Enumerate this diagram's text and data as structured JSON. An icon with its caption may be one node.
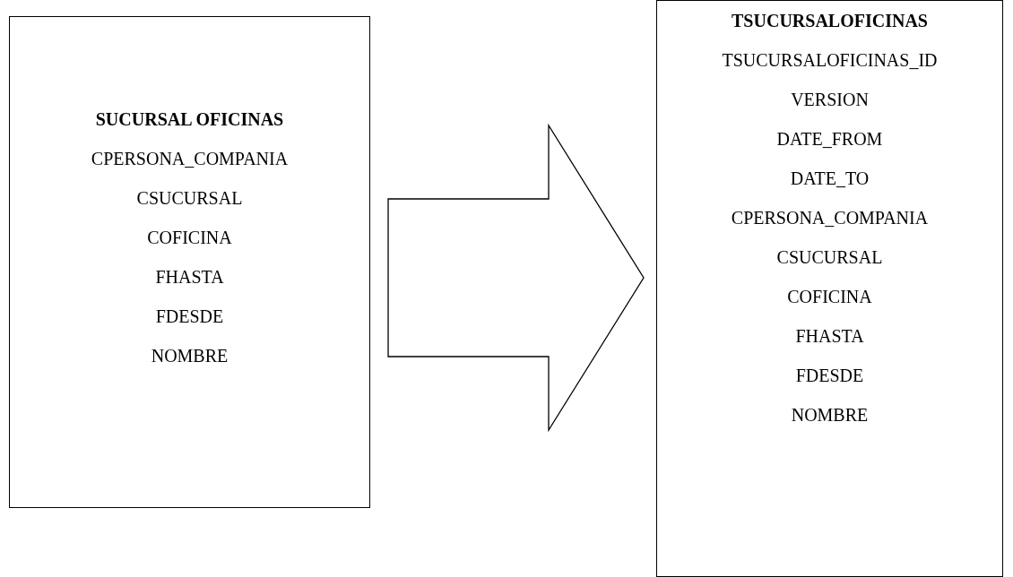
{
  "diagram": {
    "nodes": [
      {
        "text": [
          "SUCURSAL OFICINAS",
          "CPERSONA_COMPANIA",
          "CSUCURSAL",
          "COFICINA",
          "FHASTA",
          "FDESDE",
          "NOMBRE"
        ]
      },
      {
        "text": [
          "TSUCURSALOFICINAS",
          "TSUCURSALOFICINAS_ID",
          "VERSION",
          "DATE_FROM",
          "DATE_TO",
          "CPERSONA_COMPANIA",
          "CSUCURSAL",
          "COFICINA",
          "FHASTA",
          "FDESDE",
          "NOMBRE"
        ]
      }
    ],
    "edges": [
      {
        "from": 0,
        "to": 1,
        "arrow": "to"
      }
    ]
  }
}
